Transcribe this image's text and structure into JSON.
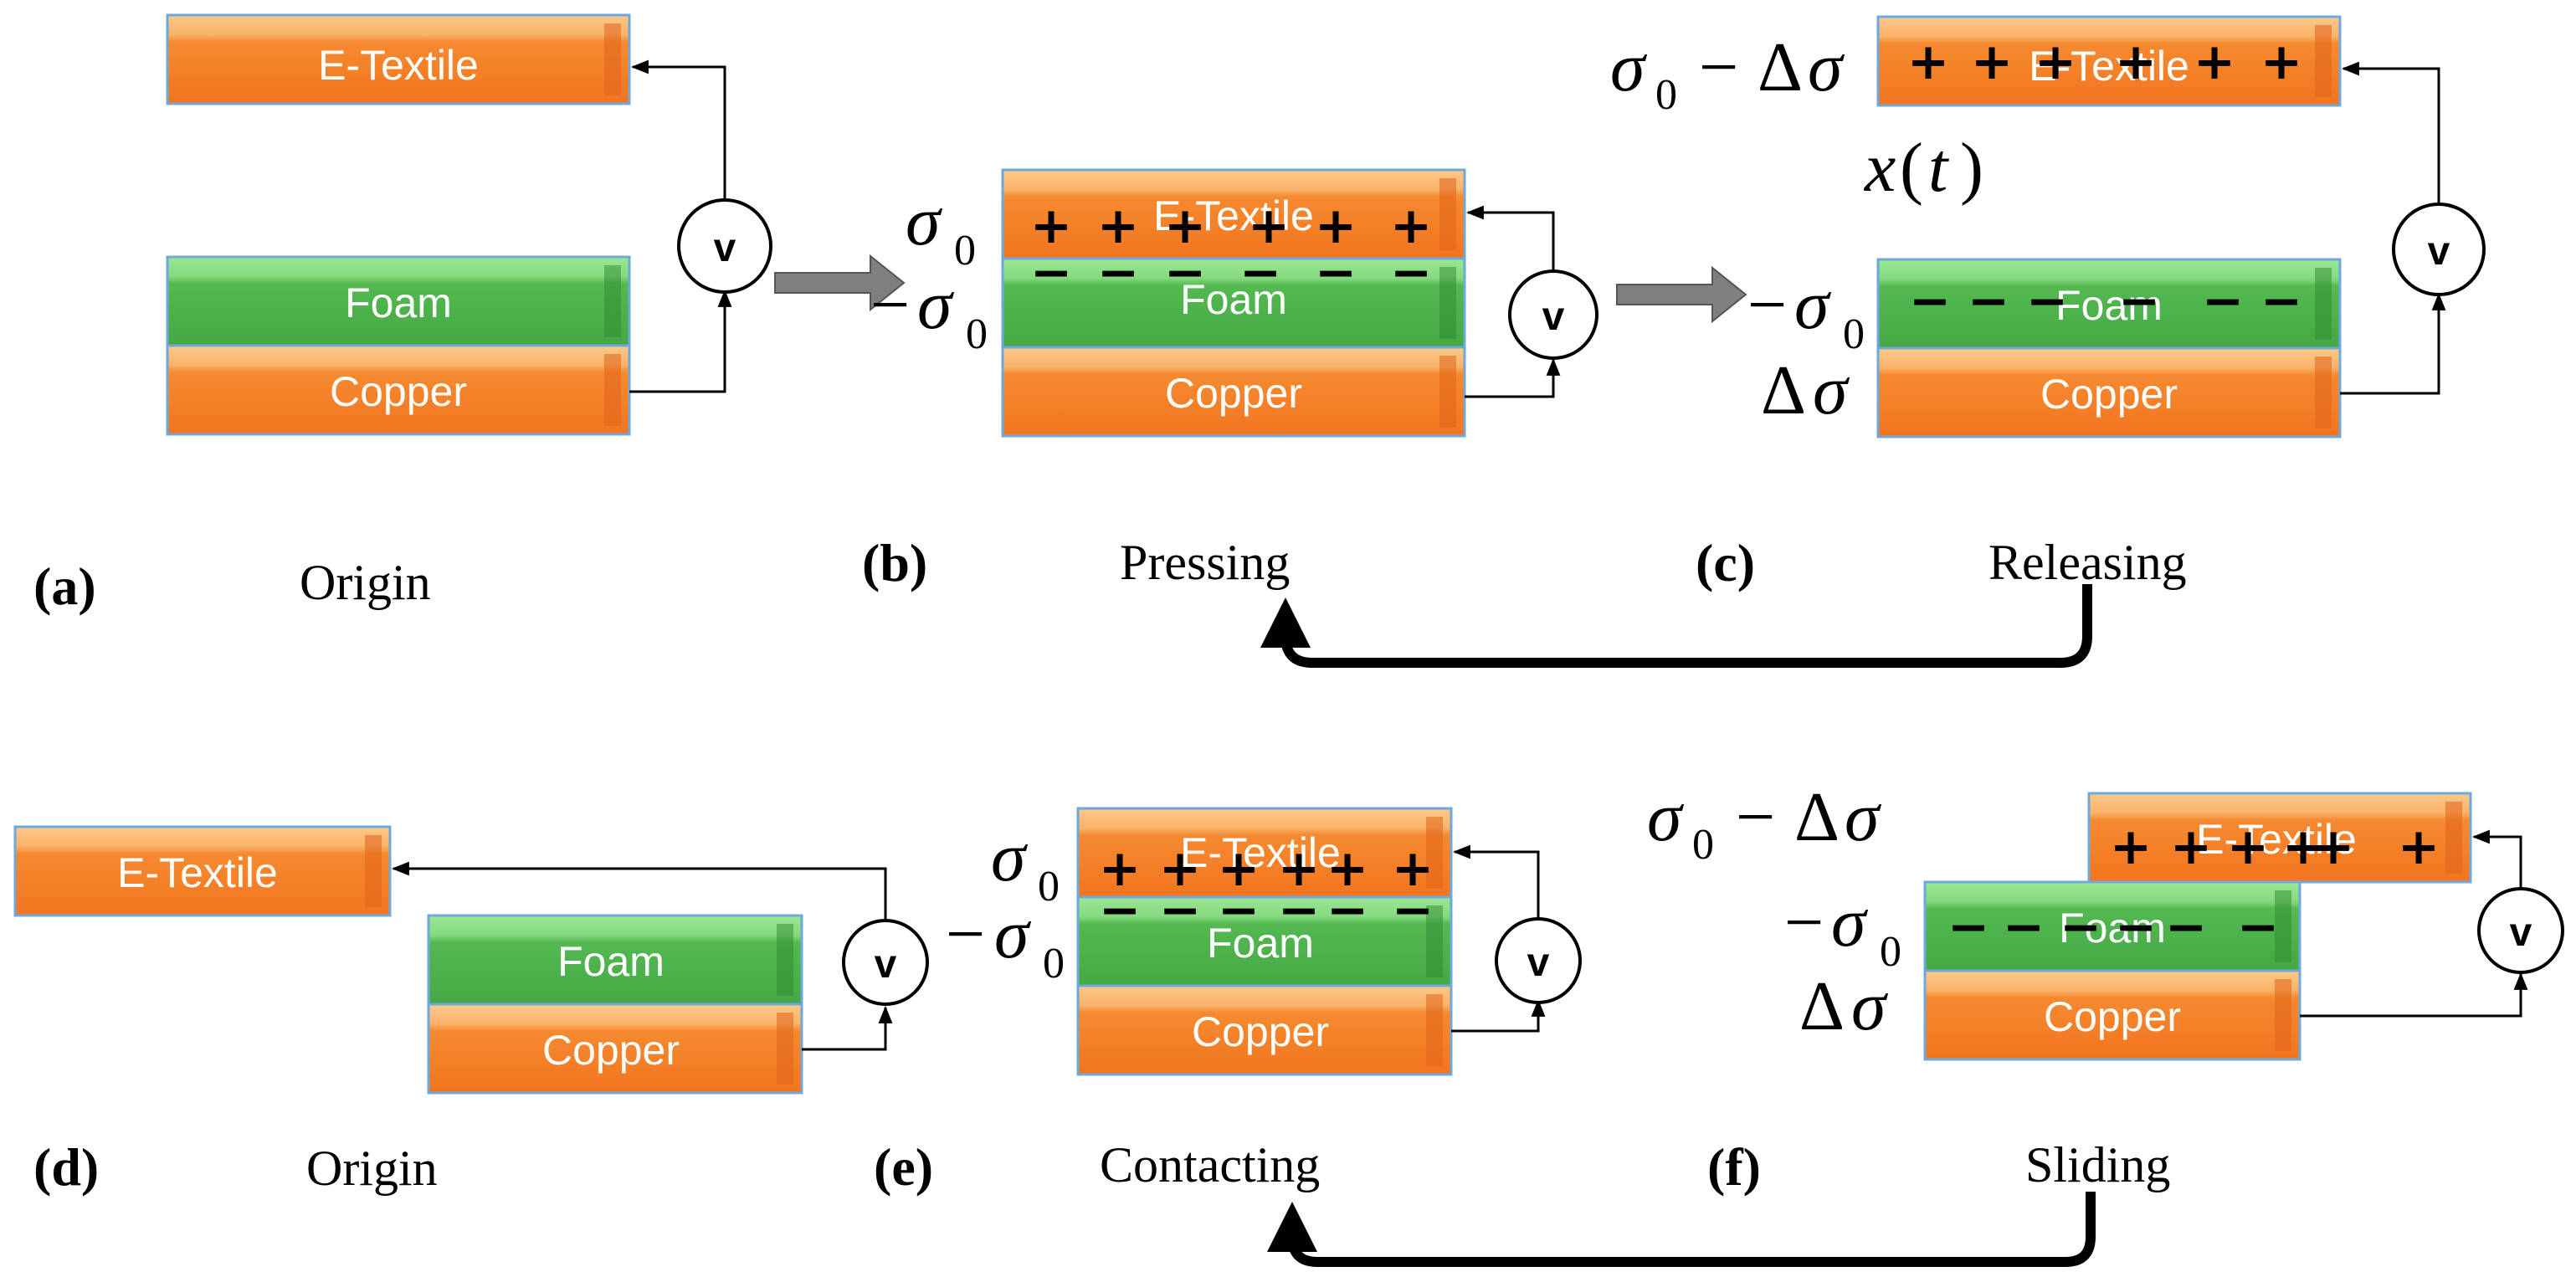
{
  "materials": {
    "etextile": "E-Textile",
    "foam": "Foam",
    "copper": "Copper"
  },
  "colors": {
    "orange": "#f47b20",
    "orange_light": "#fcc07a",
    "green": "#4cae4c",
    "green_light": "#8de38a",
    "border": "#6fa8dc",
    "gray_arrow": "#7f7f7f"
  },
  "voltmeter": "v",
  "charges": {
    "positive": "+",
    "negative": "−"
  },
  "symbols": {
    "sigma0_sym": "σ",
    "sub0": "0",
    "neg_sign": "−",
    "delta": "Δ",
    "sigma": "σ",
    "x": "x",
    "t": "t",
    "lparen": "(",
    "rparen": ")"
  },
  "panels": [
    {
      "letter": "(a)",
      "stage": "Origin"
    },
    {
      "letter": "(b)",
      "stage": "Pressing"
    },
    {
      "letter": "(c)",
      "stage": "Releasing"
    },
    {
      "letter": "(d)",
      "stage": "Origin"
    },
    {
      "letter": "(e)",
      "stage": "Contacting"
    },
    {
      "letter": "(f)",
      "stage": "Sliding"
    }
  ]
}
